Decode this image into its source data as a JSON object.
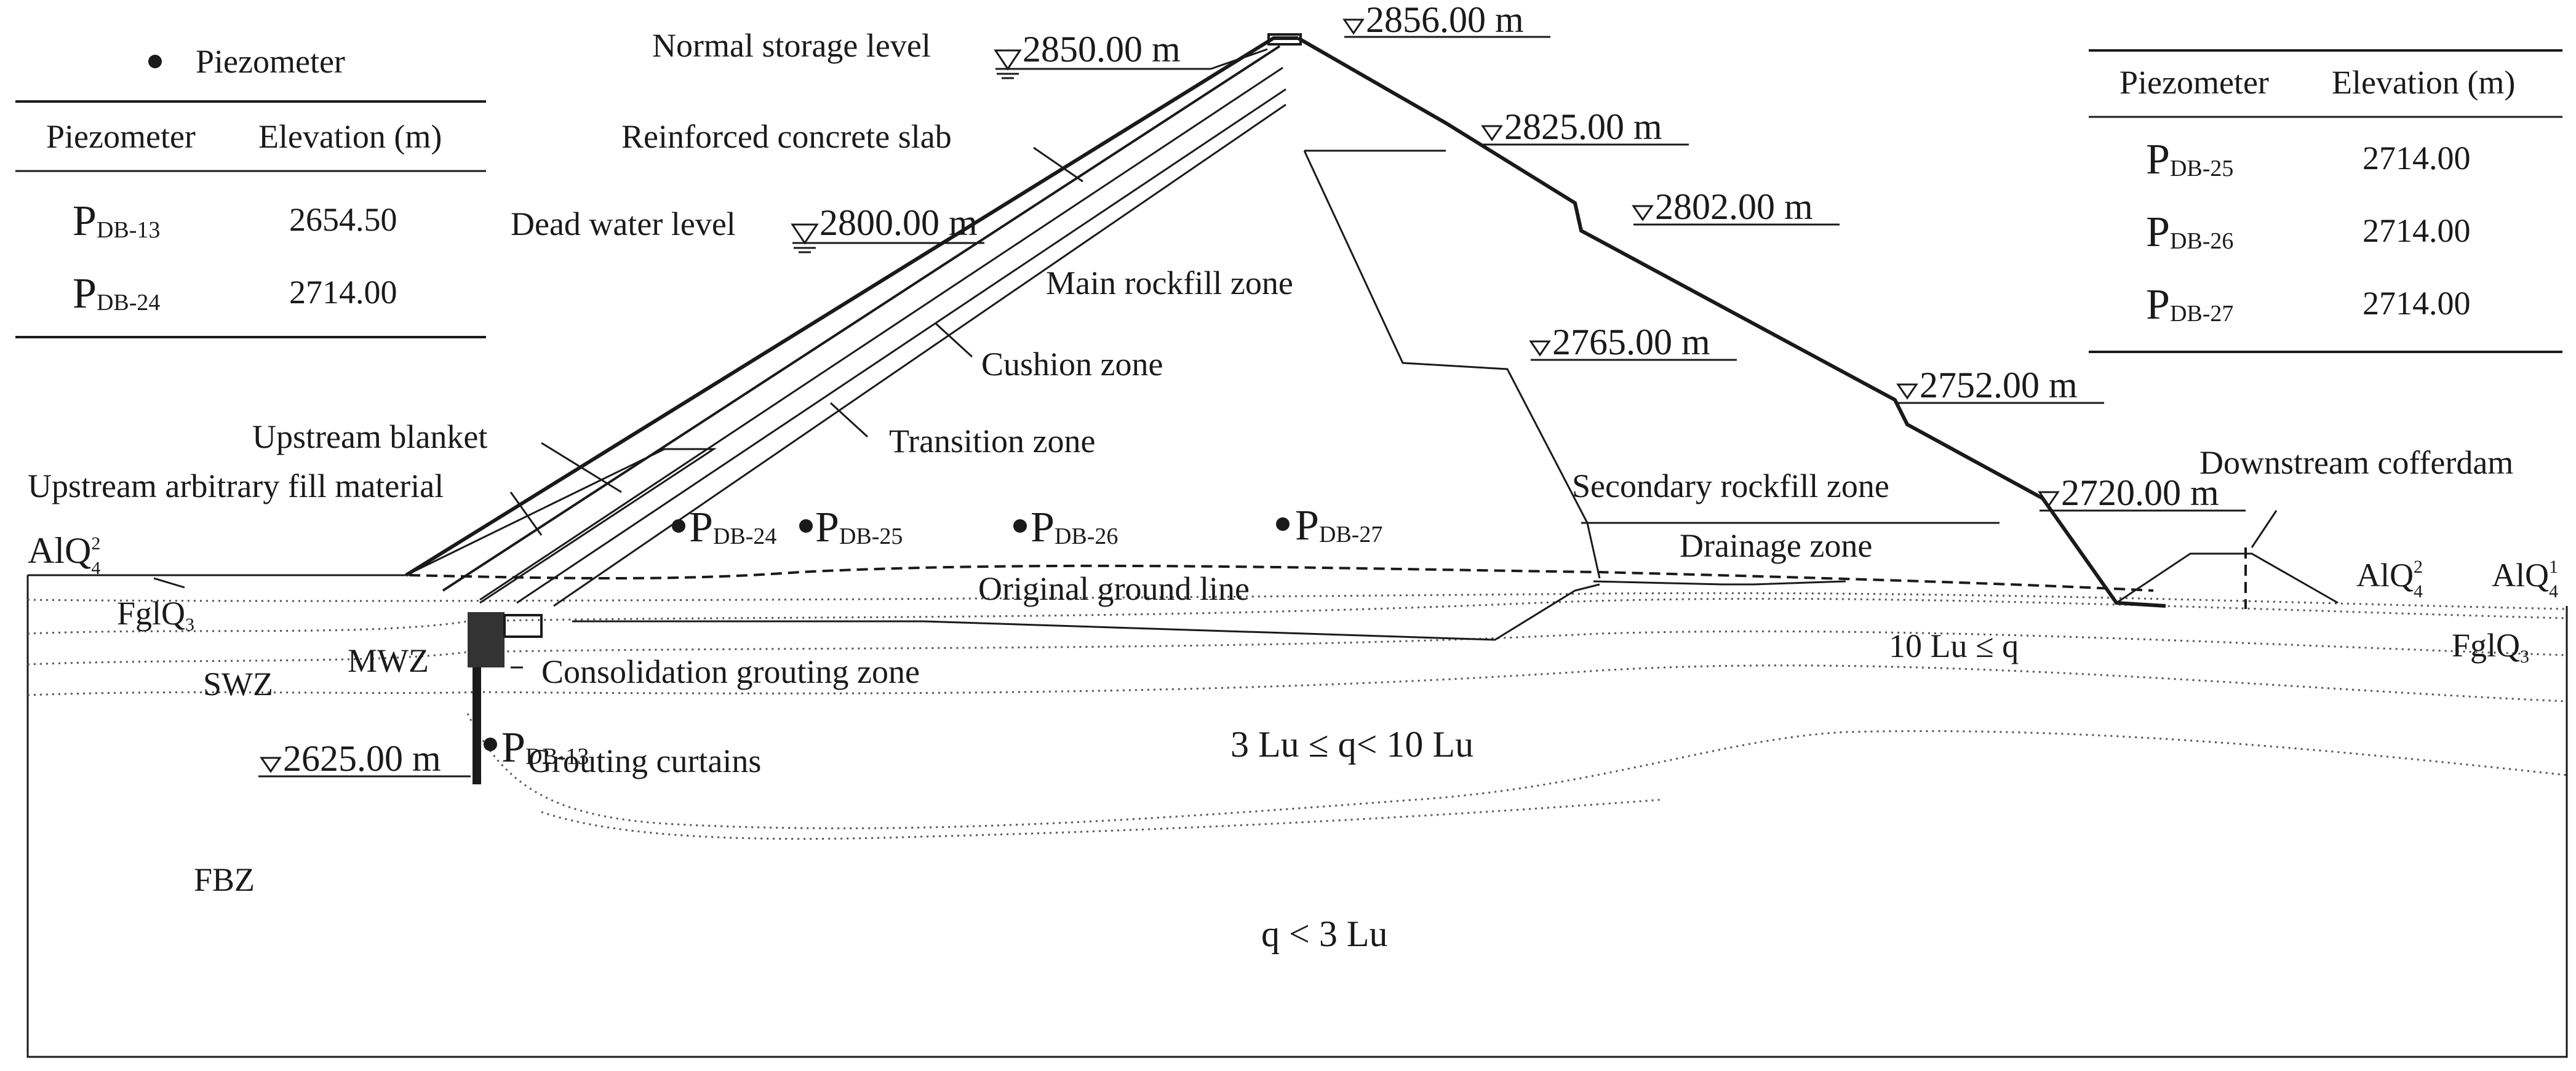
{
  "legend": {
    "marker_label": "Piezometer"
  },
  "table_left": {
    "headers": [
      "Piezometer",
      "Elevation (m)"
    ],
    "rows": [
      {
        "base": "P",
        "sub": "DB-13",
        "elevation": "2654.50"
      },
      {
        "base": "P",
        "sub": "DB-24",
        "elevation": "2714.00"
      }
    ]
  },
  "table_right": {
    "headers": [
      "Piezometer",
      "Elevation (m)"
    ],
    "rows": [
      {
        "base": "P",
        "sub": "DB-25",
        "elevation": "2714.00"
      },
      {
        "base": "P",
        "sub": "DB-26",
        "elevation": "2714.00"
      },
      {
        "base": "P",
        "sub": "DB-27",
        "elevation": "2714.00"
      }
    ]
  },
  "levels": {
    "normal_storage_label": "Normal storage level",
    "normal_storage_value": "2850.00 m",
    "crest": "2856.00 m",
    "dead_water_label": "Dead water level",
    "dead_water_value": "2800.00 m",
    "el_2825": "2825.00 m",
    "el_2802": "2802.00 m",
    "el_2765": "2765.00 m",
    "el_2752": "2752.00 m",
    "el_2720": "2720.00 m",
    "el_2625": "2625.00 m"
  },
  "zones": {
    "slab": "Reinforced concrete slab",
    "main_rockfill": "Main rockfill zone",
    "cushion": "Cushion zone",
    "transition": "Transition zone",
    "upstream_blanket": "Upstream blanket",
    "upstream_fill": "Upstream arbitrary fill material",
    "secondary_rockfill": "Secondary rockfill zone",
    "drainage": "Drainage zone",
    "downstream_cofferdam": "Downstream cofferdam",
    "original_ground": "Original ground line",
    "consolidation_grouting": "Consolidation grouting zone",
    "grouting_curtains": "Grouting curtains"
  },
  "strata": {
    "alq_left": {
      "base": "AlQ",
      "sub": "4",
      "sup": "2"
    },
    "fglq_left": {
      "base": "FglQ",
      "sub": "3"
    },
    "swz": "SWZ",
    "mwz": "MWZ",
    "fbz": "FBZ",
    "alq_right_1": {
      "base": "AlQ",
      "sub": "4",
      "sup": "2"
    },
    "alq_right_2": {
      "base": "AlQ",
      "sub": "4",
      "sup": "1"
    },
    "fglq_right": {
      "base": "FglQ",
      "sub": "3"
    }
  },
  "permeability": {
    "high": "10 Lu ≤ q",
    "mid": "3 Lu ≤ q< 10 Lu",
    "low": "q < 3 Lu"
  },
  "piezometers": [
    {
      "base": "P",
      "sub": "DB-24"
    },
    {
      "base": "P",
      "sub": "DB-25"
    },
    {
      "base": "P",
      "sub": "DB-26"
    },
    {
      "base": "P",
      "sub": "DB-27"
    },
    {
      "base": "P",
      "sub": "DB-13"
    }
  ]
}
